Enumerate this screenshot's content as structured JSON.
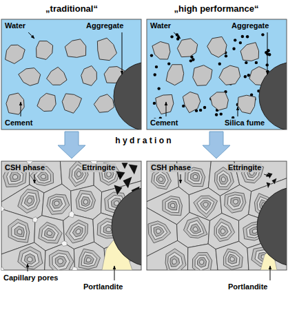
{
  "diagram": {
    "labels": [
      "„traditional“",
      "„high performance“",
      "Water",
      "Aggregate",
      "Cement",
      "Water",
      "Aggregate",
      "Silica fume",
      "Cement",
      "h y d r a t i o n",
      "CSH phase",
      "Ettringite",
      "Capillary pores",
      "Portlandite",
      "CSH phase",
      "Ettringite",
      "Portlandite"
    ]
  }
}
